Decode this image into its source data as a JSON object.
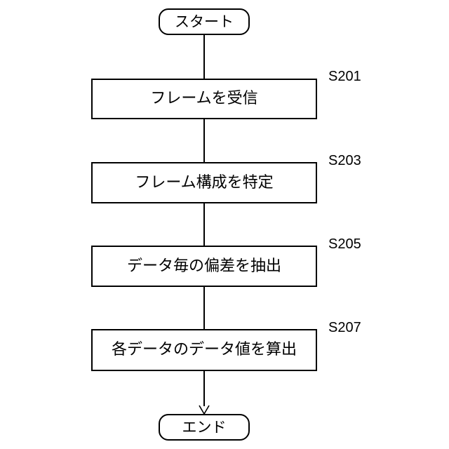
{
  "flowchart": {
    "start_label": "スタート",
    "end_label": "エンド",
    "steps": [
      {
        "id": "S201",
        "label": "フレームを受信"
      },
      {
        "id": "S203",
        "label": "フレーム構成を特定"
      },
      {
        "id": "S205",
        "label": "データ毎の偏差を抽出"
      },
      {
        "id": "S207",
        "label": "各データのデータ値を算出"
      }
    ]
  },
  "colors": {
    "stroke": "#000000",
    "fill": "#ffffff"
  }
}
